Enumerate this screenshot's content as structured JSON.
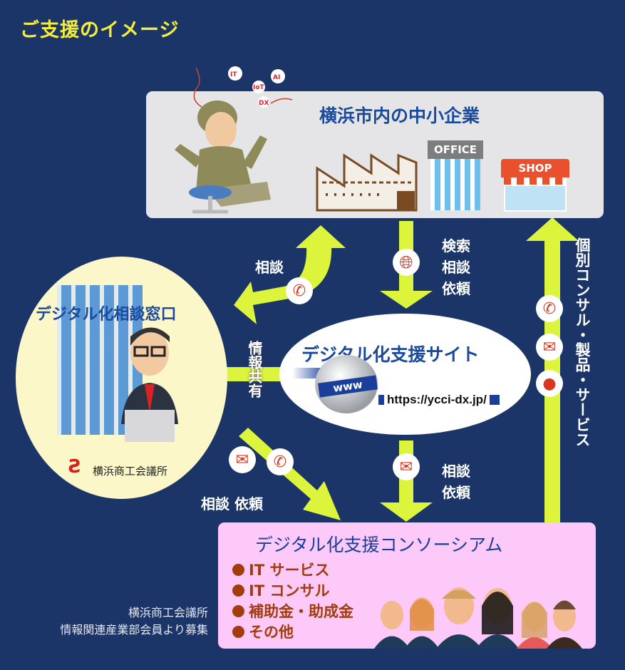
{
  "title": "ご支援のイメージ",
  "companies": {
    "title": "横浜市内の中小企業",
    "buzzwords": [
      "IT",
      "AI",
      "IoT",
      "DX"
    ],
    "office_sign": "OFFICE",
    "shop_sign": "SHOP"
  },
  "consult_window": {
    "title": "デジタル化相談窓口",
    "org_name": "横浜商工会議所"
  },
  "site": {
    "title": "デジタル化支援サイト",
    "globe_label": "www",
    "url": "https://ycci-dx.jp/"
  },
  "flows": {
    "consult": "相談",
    "search_consult_request": [
      "検索",
      "相談",
      "依頼"
    ],
    "info_share": "情報共有",
    "individual_services": "個別コンサル・製品・サービス",
    "consult_request_left": "相談 依頼",
    "consult_request_center": [
      "相談",
      "依頼"
    ]
  },
  "consortium": {
    "title": "デジタル化支援コンソーシアム",
    "items": [
      "IT サービス",
      "IT コンサル",
      "補助金・助成金",
      "その他"
    ]
  },
  "footnote": [
    "横浜商工会議所",
    "情報関連産業部会員より募集"
  ],
  "colors": {
    "background": "#1b3569",
    "arrow": "#dcf53c",
    "title": "#f4ee3a",
    "heading_blue": "#1a4a9c",
    "icon_red": "#d8361e"
  }
}
